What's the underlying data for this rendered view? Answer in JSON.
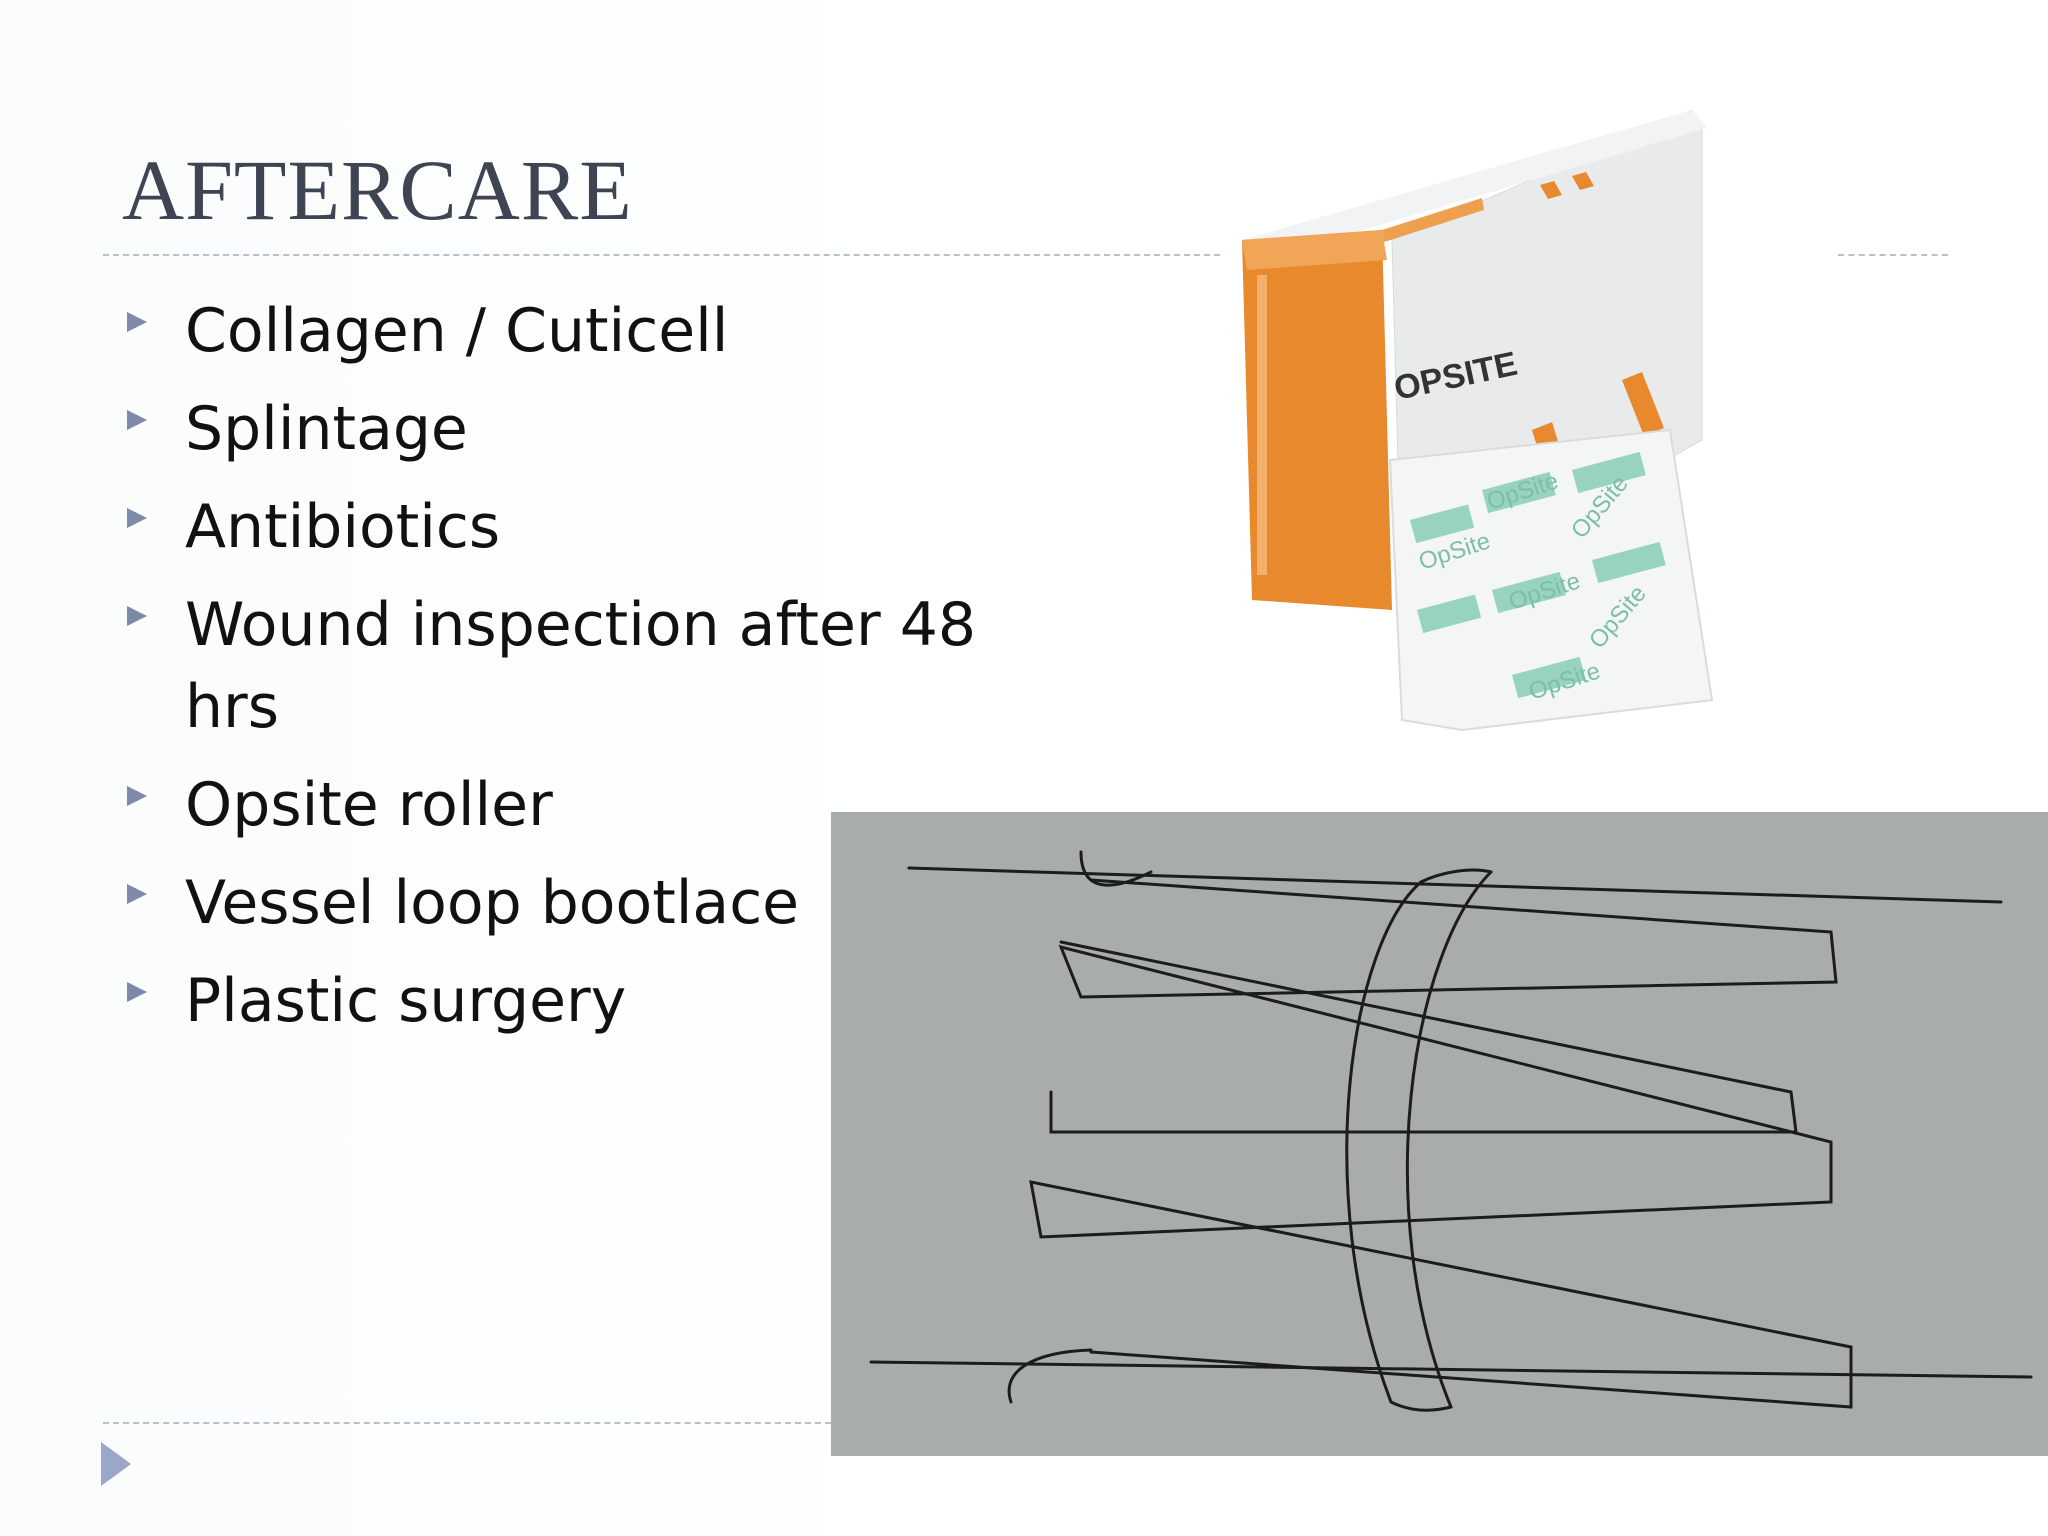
{
  "slide": {
    "title": "AFTERCARE",
    "bullets": [
      "Collagen / Cuticell",
      "Splintage",
      "Antibiotics",
      "Wound inspection after 48 hrs",
      "Opsite roller",
      "Vessel loop bootlace",
      "Plastic surgery"
    ]
  },
  "images": {
    "product_box": {
      "brand_label": "OPSITE",
      "pouch_labels": [
        "OpSite",
        "OpSite",
        "OpSite",
        "OpSite",
        "OpSite",
        "OpSite"
      ]
    }
  },
  "colors": {
    "box_orange": "#e8892e",
    "pouch_green": "#8fd0b8",
    "drawing_bg": "#a8acac",
    "title": "#3f4452",
    "bullet_marker": "#7f8aa8"
  }
}
